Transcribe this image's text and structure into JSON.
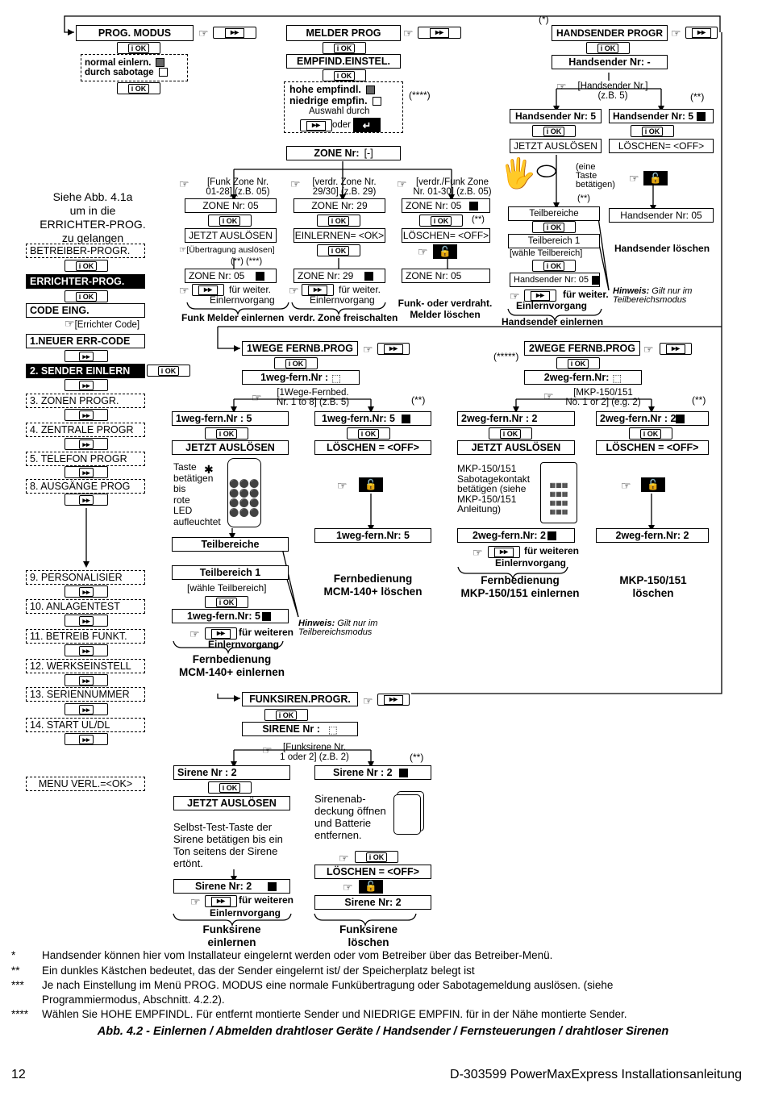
{
  "left_menu": {
    "intro": [
      "Siehe Abb. 4.1a",
      "um in die",
      "ERRICHTER-PROG.",
      "zu gelangen"
    ],
    "items": [
      {
        "label": "BETREIBER-PROGR."
      },
      {
        "label": "ERRICHTER-PROG."
      },
      {
        "label": "CODE EING."
      },
      {
        "label": "[Errichter Code]"
      },
      {
        "label": "1.NEUER ERR-CODE"
      },
      {
        "label": "2. SENDER EINLERN"
      },
      {
        "label": "3. ZONEN PROGR."
      },
      {
        "label": "4. ZENTRALE PROGR"
      },
      {
        "label": "5. TELEFON PROGR"
      },
      {
        "label": "8. AUSGÄNGE PROG"
      },
      {
        "label": "9. PERSONALISIER"
      },
      {
        "label": "10. ANLAGENTEST"
      },
      {
        "label": "11. BETREIB FUNKT."
      },
      {
        "label": "12. WERKSEINSTELL"
      },
      {
        "label": "13. SERIENNUMMER"
      },
      {
        "label": "14. START UL/DL"
      },
      {
        "label": "MENU VERL.=<OK>"
      }
    ]
  },
  "prog_modus": {
    "title": "PROG. MODUS",
    "options": [
      "normal einlern.",
      "durch sabotage"
    ]
  },
  "melder": {
    "title": "MELDER PROG",
    "empfind": "EMPFIND.EINSTEL.",
    "options": [
      "hohe empfindl.",
      "niedrige empfin."
    ],
    "auswahl": "Auswahl durch",
    "oder": "oder",
    "note4": "(****)",
    "zone_nr": "ZONE Nr:",
    "col1": {
      "note": [
        "[Funk Zone Nr.",
        "01-28] (z.B. 05)"
      ],
      "zone": "ZONE Nr: 05",
      "action": "JETZT AUSLÖSEN",
      "sub": "[Übertragung auslösen]",
      "marks": "(**) (***)",
      "zone2": "ZONE Nr: 05",
      "further": "für weiter.",
      "vorgang": "Einlernvorgang",
      "title": "Funk Melder einlernen"
    },
    "col2": {
      "note": [
        "[verdr. Zone Nr.",
        "29/30] (z.B. 29)"
      ],
      "zone": "ZONE Nr: 29",
      "action": "EINLERNEN= <OK>",
      "zone2": "ZONE Nr: 29",
      "further": "für weiter.",
      "vorgang": "Einlernvorgang",
      "title": "verdr. Zone freischalten"
    },
    "col3": {
      "note": [
        "[verdr./Funk Zone",
        "Nr. 01-30] (z.B. 05)"
      ],
      "zone": "ZONE Nr: 05",
      "mark": "(**)",
      "action": "LÖSCHEN= <OFF>",
      "zone2": "ZONE Nr: 05",
      "title": [
        "Funk- oder verdraht.",
        "Melder löschen"
      ]
    }
  },
  "handsender": {
    "star": "(*)",
    "title": "HANDSENDER PROGR",
    "nr": "Handsender Nr: -",
    "note": [
      "[Handsender Nr.]",
      "(z.B. 5)"
    ],
    "mark": "(**)",
    "left": {
      "nr": "Handsender Nr: 5",
      "action": "JETZT AUSLÖSEN",
      "hint": [
        "(eine",
        "Taste",
        "betätigen)"
      ],
      "mark": "(**)",
      "teil": "Teilbereiche",
      "teil1": "Teilbereich 1",
      "waehle": "[wähle Teilbereich]",
      "nr2": "Handsender Nr: 05",
      "further": "für weiter.",
      "vorgang": "Einlernvorgang",
      "title": "Handsender einlernen"
    },
    "right": {
      "nr": "Handsender Nr: 5",
      "action": "LÖSCHEN= <OFF>",
      "nr2": "Handsender Nr: 05",
      "title": "Handsender löschen"
    },
    "hinweis_b": "Hinweis:",
    "hinweis": [
      "Gilt nur im",
      "Teilbereichsmodus"
    ]
  },
  "fernb1": {
    "title": "1WEGE FERNB.PROG",
    "nr": "1weg-fern.Nr :",
    "note": [
      "[1Wege-Fernbed.",
      "Nr. 1 to 8] (z.B. 5)"
    ],
    "mark": "(**)",
    "left": {
      "nr": "1weg-fern.Nr :   5",
      "action": "JETZT AUSLÖSEN",
      "hint": [
        "Taste",
        "betätigen",
        "bis",
        "rote",
        "LED",
        "aufleuchtet"
      ],
      "teil": "Teilbereiche",
      "teil1": "Teilbereich 1",
      "waehle": "[wähle Teilbereich]",
      "nr2": "1weg-fern.Nr: 5",
      "further": "für weiteren",
      "vorgang": "Einlernvorgang",
      "title": [
        "Fernbedienung",
        "MCM-140+ einlernen"
      ]
    },
    "right": {
      "nr": "1weg-fern.Nr: 5",
      "action": "LÖSCHEN = <OFF>",
      "nr2": "1weg-fern.Nr: 5",
      "title": [
        "Fernbedienung",
        "MCM-140+ löschen"
      ]
    },
    "hinweis_b": "Hinweis:",
    "hinweis": [
      "Gilt nur im",
      "Teilbereichsmodus"
    ]
  },
  "fernb2": {
    "mark5": "(*****)",
    "title": "2WEGE FERNB.PROG",
    "nr": "2weg-fern.Nr:",
    "note": [
      "[MKP-150/151",
      "No. 1 or 2] (e.g. 2)"
    ],
    "mark": "(**)",
    "left": {
      "nr": "2weg-fern.Nr :   2",
      "action": "JETZT AUSLÖSEN",
      "hint": [
        "MKP-150/151",
        "Sabotagekontakt",
        "betätigen (siehe",
        "MKP-150/151",
        "Anleitung)"
      ],
      "nr2": "2weg-fern.Nr: 2",
      "further": "für weiteren",
      "vorgang": "Einlernvorgang",
      "title": [
        "Fernbedienung",
        "MKP-150/151 einlernen"
      ]
    },
    "right": {
      "nr": "2weg-fern.Nr :   2",
      "action": "LÖSCHEN = <OFF>",
      "nr2": "2weg-fern.Nr: 2",
      "title": [
        "MKP-150/151",
        "löschen"
      ]
    }
  },
  "sirene": {
    "title": "FUNKSIREN.PROGR.",
    "nr": "SIRENE Nr :",
    "note": [
      "[Funksirene Nr.",
      "1 oder 2] (z.B. 2)"
    ],
    "mark": "(**)",
    "left": {
      "nr": "Sirene Nr :   2",
      "action": "JETZT AUSLÖSEN",
      "hint": [
        "Selbst-Test-Taste der",
        "Sirene betätigen bis ein",
        "Ton seitens der Sirene",
        "ertönt."
      ],
      "nr2": "Sirene Nr: 2",
      "further": "für weiteren",
      "vorgang": "Einlernvorgang",
      "title": [
        "Funksirene",
        "einlernen"
      ]
    },
    "right": {
      "nr": "Sirene Nr :   2",
      "hint": [
        "Sirenenab-",
        "deckung öffnen",
        "und Batterie",
        "entfernen."
      ],
      "action": "LÖSCHEN = <OFF>",
      "nr2": "Sirene Nr: 2",
      "title": [
        "Funksirene",
        "löschen"
      ]
    }
  },
  "footnotes": [
    {
      "mark": "*",
      "text": "Handsender können hier vom Installateur eingelernt werden oder vom Betreiber über das Betreiber-Menü."
    },
    {
      "mark": "**",
      "text": "Ein dunkles Kästchen bedeutet, das der Sender eingelernt ist/ der Speicherplatz belegt ist"
    },
    {
      "mark": "***",
      "text": "Je nach Einstellung im Menü PROG. MODUS eine normale Funkübertragung oder Sabotagemeldung auslösen. (siehe"
    },
    {
      "mark": "",
      "text": "Programmiermodus, Abschnitt. 4.2.2)."
    },
    {
      "mark": "****",
      "text": "Wählen Sie HOHE EMPFINDL. Für entfernt montierte Sender und NIEDRIGE EMPFIN. für in der Nähe montierte Sender."
    }
  ],
  "caption": "Abb. 4.2 - Einlernen / Abmelden drahtloser Geräte / Handsender / Fernsteuerungen / drahtloser Sirenen",
  "footer": {
    "page": "12",
    "doc": "D-303599 PowerMaxExpress Installationsanleitung"
  },
  "icons": {
    "pointer": "pointing-hand-icon",
    "ok": "ok-button-icon",
    "next": "next-button-icon",
    "lock": "unlock-icon",
    "back": "back-arrow-icon"
  }
}
